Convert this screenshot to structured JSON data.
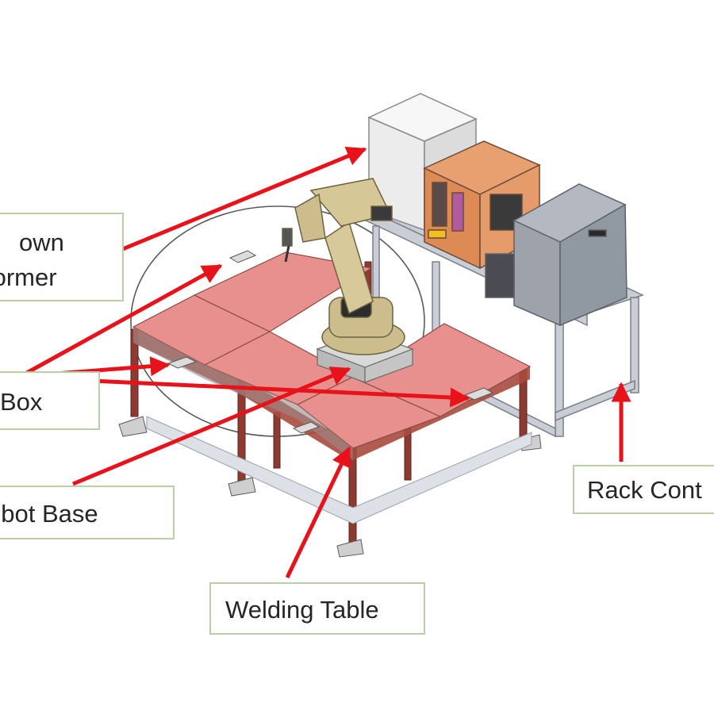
{
  "diagram": {
    "labels": {
      "transformer_line1": "own",
      "transformer_line2": "former",
      "box": "Box",
      "robot_base": "obot Base",
      "welding_table": "Welding Table",
      "rack_controller": "Rack Cont"
    },
    "colors": {
      "arrow": "#e8121b",
      "table_top": "#e8908e",
      "table_frame": "#8f3a30",
      "robot": "#cdbd8c",
      "transformer": "#ececec",
      "power_unit": "#dd8a55",
      "controller": "#9ea3ab",
      "rack": "#c9cdd6",
      "callout_border": "#b9cfa8"
    }
  }
}
